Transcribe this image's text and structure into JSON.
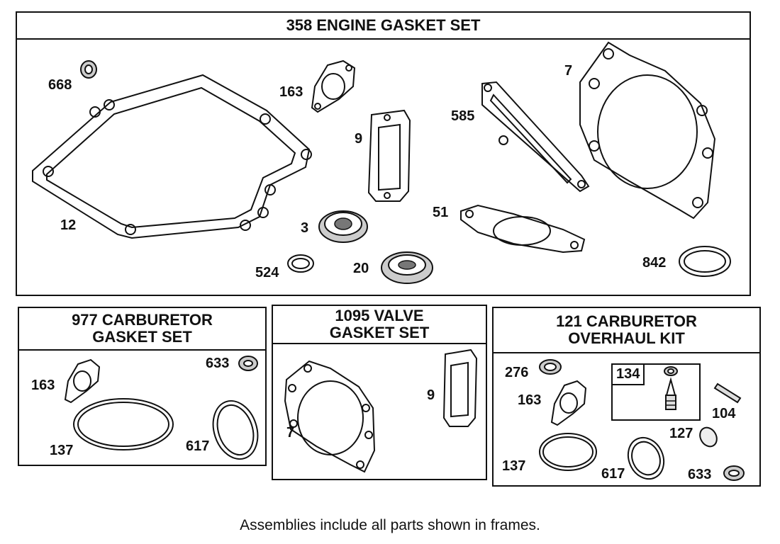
{
  "frames": {
    "engine": {
      "title": "358 ENGINE GASKET SET"
    },
    "carb_gasket": {
      "title_line1": "977 CARBURETOR",
      "title_line2": "GASKET SET"
    },
    "valve": {
      "title_line1": "1095 VALVE",
      "title_line2": "GASKET SET"
    },
    "overhaul": {
      "title_line1": "121 CARBURETOR",
      "title_line2": "OVERHAUL KIT",
      "subframe_title": "134"
    }
  },
  "parts": {
    "engine": [
      "668",
      "12",
      "163",
      "9",
      "3",
      "524",
      "20",
      "585",
      "7",
      "51",
      "842"
    ],
    "carb_gasket": [
      "163",
      "633",
      "137",
      "617"
    ],
    "valve": [
      "7",
      "9"
    ],
    "overhaul": [
      "276",
      "163",
      "137",
      "617",
      "104",
      "127",
      "633"
    ]
  },
  "footer": "Assemblies include all parts shown in frames."
}
